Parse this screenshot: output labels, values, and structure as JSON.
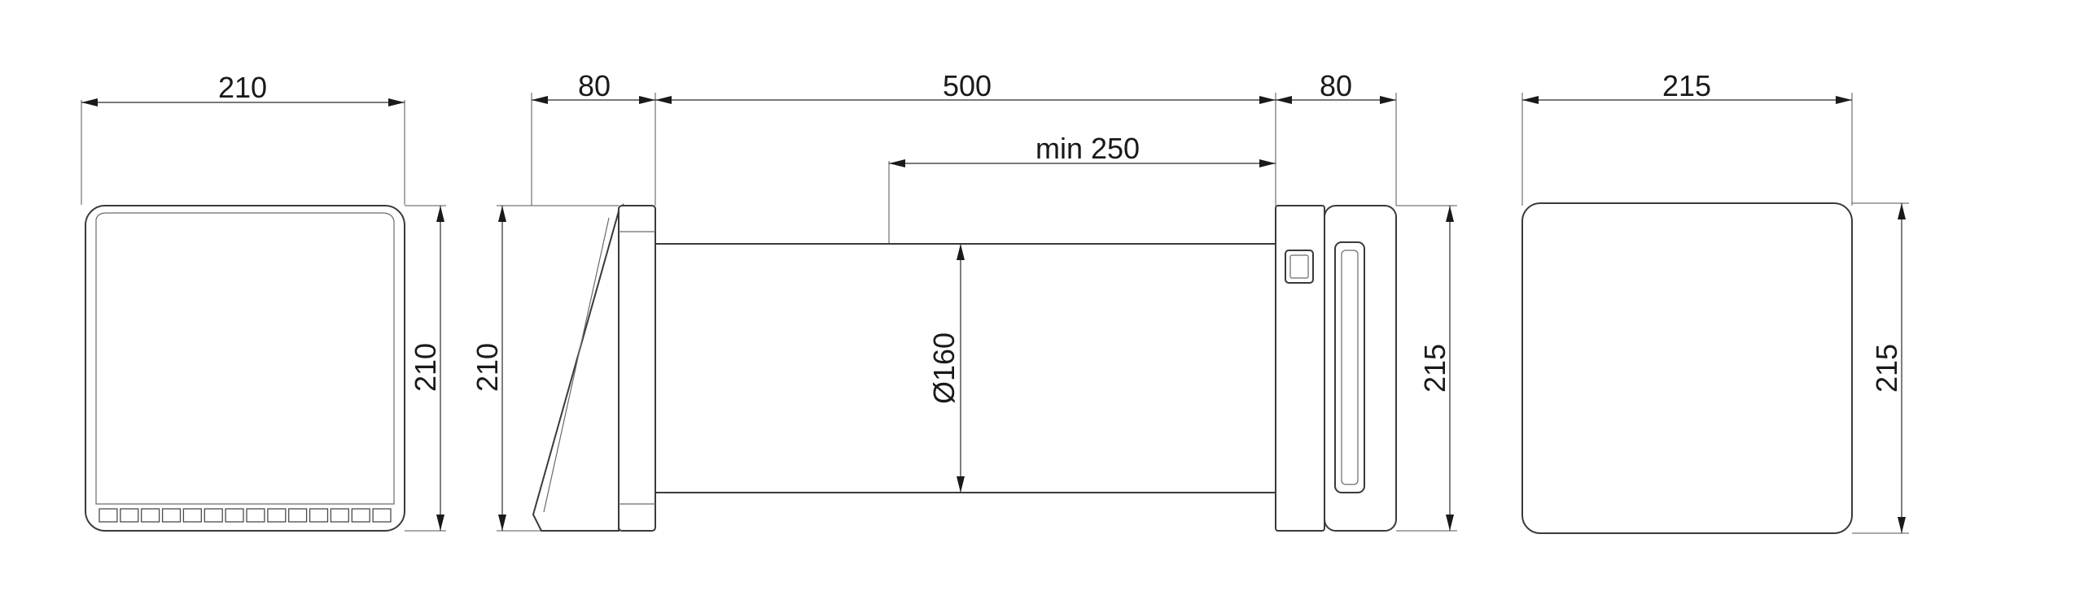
{
  "views": {
    "front_grille": {
      "width_label": "210",
      "height_label": "210"
    },
    "side_section": {
      "hood_depth_label": "80",
      "duct_length_label": "500",
      "min_length_label": "min 250",
      "cap_depth_label": "80",
      "left_height_label": "210",
      "diameter_label": "Ø160",
      "right_height_label": "215"
    },
    "inner_panel": {
      "width_label": "215",
      "height_label": "215"
    }
  }
}
